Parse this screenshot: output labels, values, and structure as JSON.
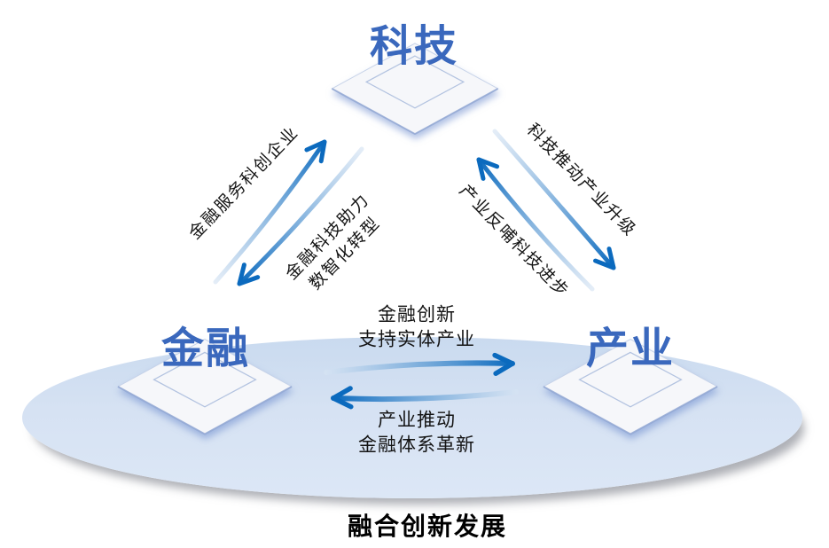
{
  "diagram": {
    "nodes": {
      "tech": "科技",
      "finance": "金融",
      "industry": "产业"
    },
    "edges": {
      "finance_to_tech": "金融服务科创企业",
      "tech_to_finance": [
        "金融科技助力",
        "数智化转型"
      ],
      "tech_to_industry": "科技推动产业升级",
      "industry_to_tech": "产业反哺科技进步",
      "finance_to_industry": [
        "金融创新",
        "支持实体产业"
      ],
      "industry_to_finance": [
        "产业推动",
        "金融体系革新"
      ]
    },
    "caption": "融合创新发展",
    "colors": {
      "node_text_blue": "#3a68bd",
      "arrow_blue": "#0b6abe",
      "arrow_tail_light": "#cfe0f2",
      "ellipse_fill": "#d6e2f3",
      "diamond_fill": "#f6f7fa",
      "label_text": "#141414"
    }
  }
}
